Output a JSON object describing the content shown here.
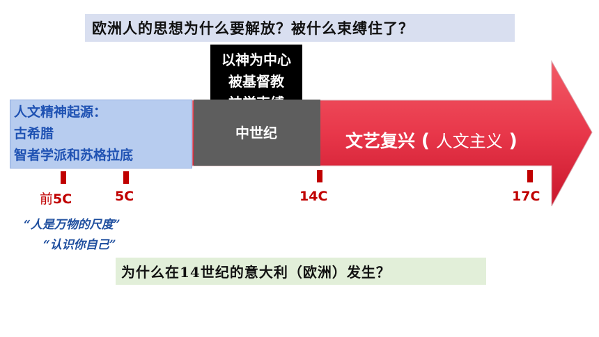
{
  "question_top": "欧洲人的思想为什么要解放？被什么束缚住了？",
  "medieval_tags": [
    "以神为中心",
    "被基督教",
    "神学束缚"
  ],
  "origin": {
    "title": "人文精神起源：",
    "lines": [
      "古希腊",
      "智者学派和苏格拉底"
    ]
  },
  "medieval_label": "中世纪",
  "renaissance": {
    "main": "文艺复兴",
    "open": "(",
    "sub": "人文主义",
    "close": ")"
  },
  "ticks": {
    "bc5_prefix": "前",
    "bc5_value": "5C",
    "c5": "5C",
    "c14": "14C",
    "c17": "17C"
  },
  "quotes": [
    "“人是万物的尺度”",
    "“认识你自己”"
  ],
  "question_bottom": "为什么在14世纪的意大利（欧洲）发生？",
  "colors": {
    "arrow_red": "#e8374a",
    "medieval_gray": "#5e5e5e",
    "origin_blue": "#b7ccef",
    "tick_red": "#c00000"
  }
}
